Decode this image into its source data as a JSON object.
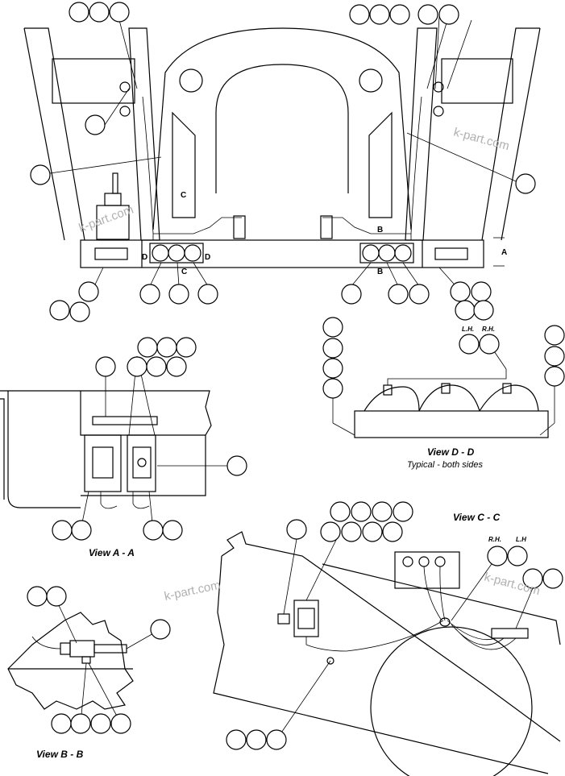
{
  "watermark": "k-part.com",
  "views": {
    "dd": {
      "title": "View D - D",
      "subtitle": "Typical - both sides"
    },
    "aa": {
      "title": "View A - A"
    },
    "cc": {
      "title": "View C - C"
    },
    "bb": {
      "title": "View B - B"
    }
  },
  "section_marks": {
    "a": "A",
    "b": "B",
    "c": "C",
    "d": "D"
  },
  "side_labels": {
    "lh": "L.H",
    "lh_dd": "L.H.",
    "rh": "R.H.",
    "rh_cc": "R.H."
  }
}
